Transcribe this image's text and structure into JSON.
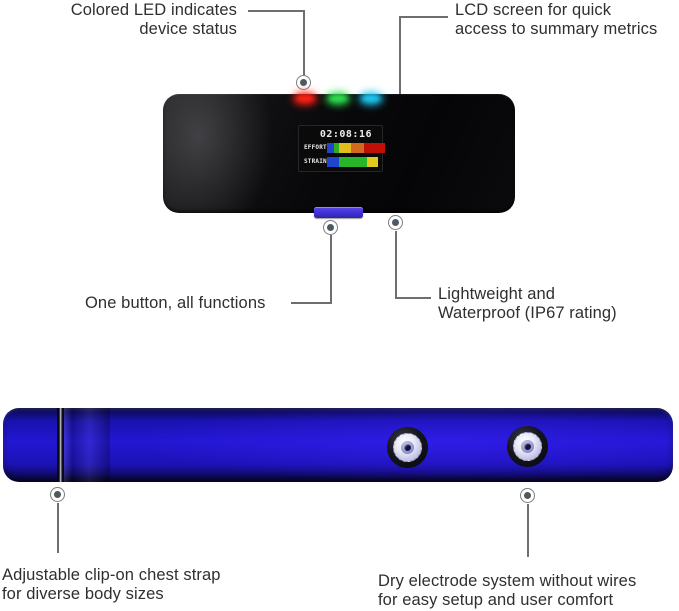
{
  "annotations": {
    "led": {
      "line1": "Colored LED indicates",
      "line2": "device status"
    },
    "lcd": {
      "line1": "LCD screen for quick",
      "line2": "access to summary metrics"
    },
    "button": {
      "line1": "One button, all functions"
    },
    "waterproof": {
      "line1": "Lightweight and",
      "line2": "Waterproof (IP67 rating)"
    },
    "strap": {
      "line1": "Adjustable clip-on chest strap",
      "line2": "for diverse body sizes"
    },
    "electrode": {
      "line1": "Dry electrode system without wires",
      "line2": "for easy setup and user comfort"
    }
  },
  "device": {
    "lcd": {
      "time": "02:08:16",
      "rows": [
        {
          "label": "EFFORT",
          "segments": [
            {
              "color": "#2244cc",
              "w": 7
            },
            {
              "color": "#2fae22",
              "w": 5
            },
            {
              "color": "#e3bd1d",
              "w": 12
            },
            {
              "color": "#d2691e",
              "w": 13
            },
            {
              "color": "#c01005",
              "w": 21
            }
          ]
        },
        {
          "label": "STRAIN",
          "segments": [
            {
              "color": "#2244cc",
              "w": 12
            },
            {
              "color": "#28b52a",
              "w": 28
            },
            {
              "color": "#e3c81f",
              "w": 11
            }
          ]
        }
      ]
    },
    "leds": [
      {
        "name": "red-status",
        "color": "#ff2014"
      },
      {
        "name": "green-status",
        "color": "#2de04e"
      },
      {
        "name": "blue-status",
        "color": "#1fc6f2"
      }
    ]
  },
  "colors": {
    "strap_blue": "#2317d2",
    "button_blue": "#4433d8",
    "marker_dot": "#4e5a62",
    "connector_line": "#6e6e6e",
    "annotation_text": "#2f2f2f"
  }
}
